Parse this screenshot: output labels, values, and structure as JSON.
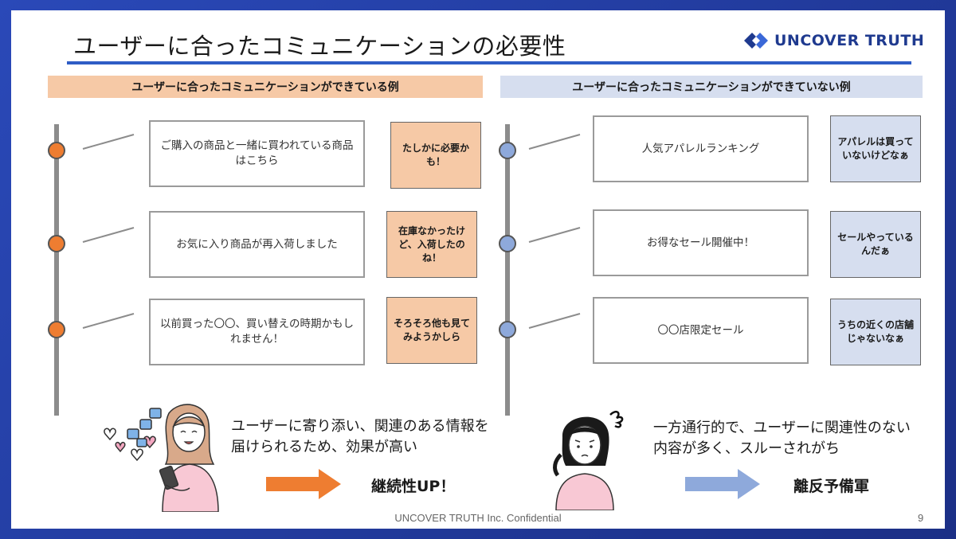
{
  "slide": {
    "title": "ユーザーに合ったコミュニケーションの必要性",
    "logo_text": "UNCOVER TRUTH",
    "footer": "UNCOVER TRUTH Inc. Confidential",
    "page_number": "9"
  },
  "left": {
    "heading": "ユーザーに合ったコミュニケーションができている例",
    "items": [
      {
        "message": "ご購入の商品と一緒に買われている商品はこちら",
        "reaction": "たしかに必要かも！"
      },
      {
        "message": "お気に入り商品が再入荷しました",
        "reaction": "在庫なかったけど、入荷したのね！"
      },
      {
        "message": "以前買った〇〇、買い替えの時期かもしれません！",
        "reaction": "そろそろ他も見てみようかしら"
      }
    ],
    "summary": "ユーザーに寄り添い、関連のある情報を届けられるため、効果が高い",
    "result": "継続性UP！"
  },
  "right": {
    "heading": "ユーザーに合ったコミュニケーションができていない例",
    "items": [
      {
        "message": "人気アパレルランキング",
        "reaction": "アパレルは買っていないけどなぁ"
      },
      {
        "message": "お得なセール開催中！",
        "reaction": "セールやっているんだぁ"
      },
      {
        "message": "〇〇店限定セール",
        "reaction": "うちの近くの店舗じゃないなぁ"
      }
    ],
    "summary": "一方通行的で、ユーザーに関連性のない内容が多く、スルーされがち",
    "result": "離反予備軍"
  },
  "colors": {
    "accent_orange": "#ee7d31",
    "accent_blue": "#8ea9db",
    "head_orange": "#f6c9a6",
    "head_blue": "#d6deef",
    "brand_blue": "#2e5cc5"
  },
  "icons": [
    "uncover-truth-logo-icon",
    "happy-woman-phone-icon",
    "confused-woman-icon",
    "arrow-right-icon"
  ]
}
